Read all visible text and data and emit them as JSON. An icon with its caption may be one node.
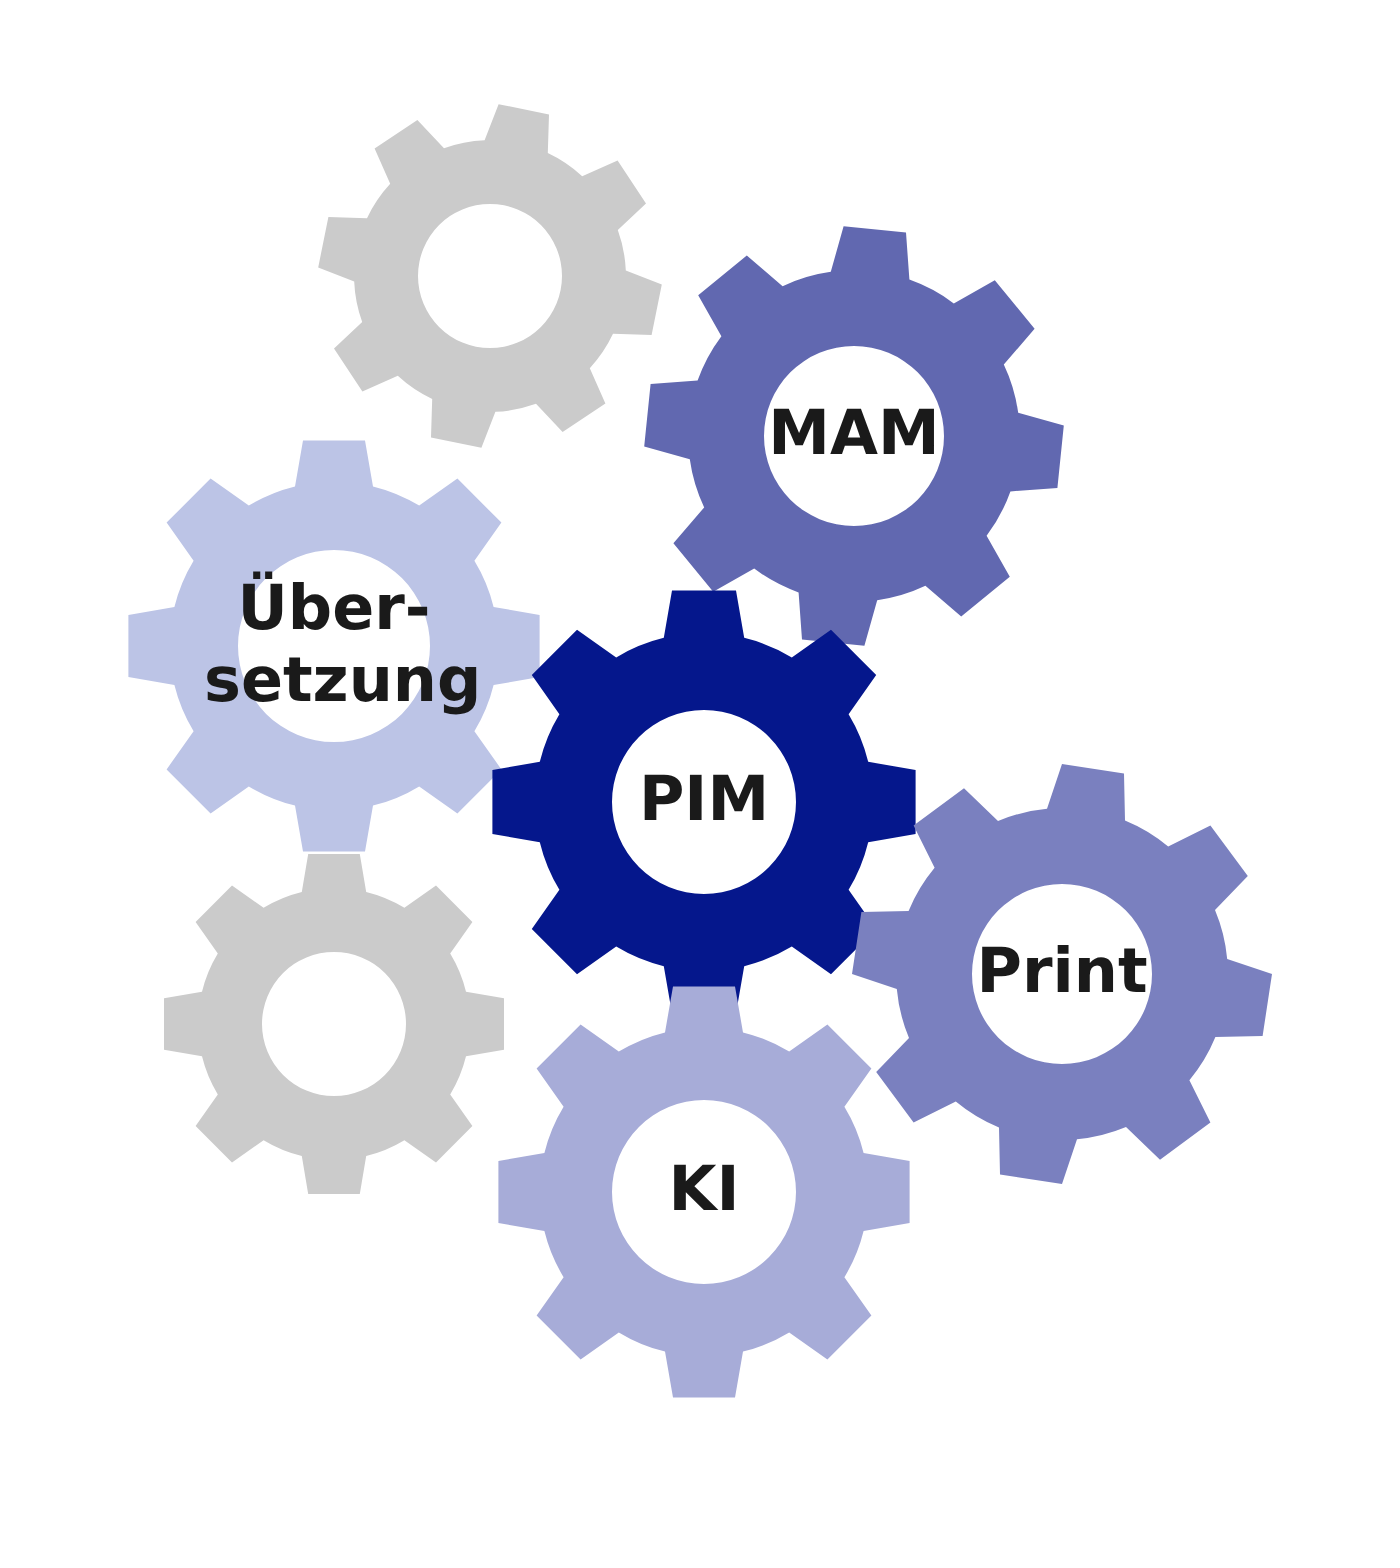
{
  "diagram": {
    "nodes": [
      {
        "text": [],
        "shape": "gear"
      },
      {
        "text": [
          "MAM"
        ]
      },
      {
        "text": [
          "Über-setzung"
        ]
      },
      {
        "text": [
          "PIM"
        ]
      },
      {
        "text": [
          "Print"
        ]
      },
      {
        "text": [],
        "shape": "gear"
      },
      {
        "text": [
          "KI"
        ]
      }
    ]
  }
}
